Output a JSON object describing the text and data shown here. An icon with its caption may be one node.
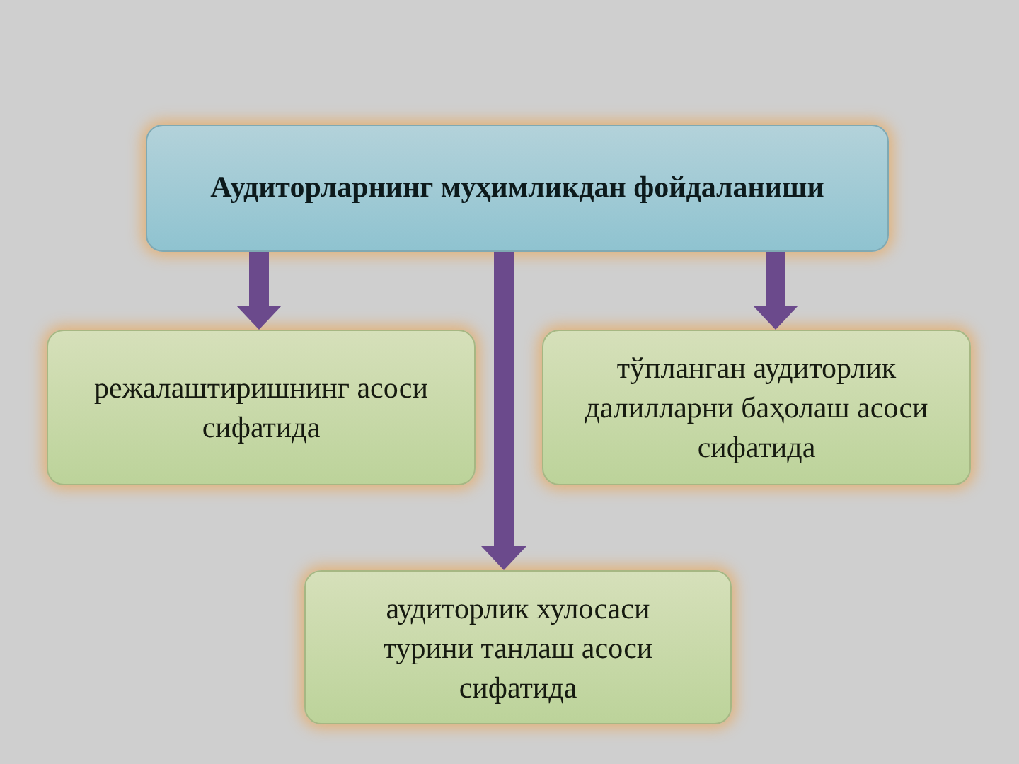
{
  "diagram": {
    "nodes": [
      {
        "text": [
          "Аудиторларнинг муҳимликдан фойдаланиши"
        ]
      },
      {
        "text": [
          "режалаштиришнинг асоси сифатида"
        ]
      },
      {
        "text": [
          "тўпланган аудиторлик далилларни баҳолаш асоси сифатида"
        ]
      },
      {
        "text": [
          "аудиторлик хулосаси турини танлаш асоси сифатида"
        ]
      }
    ],
    "edges": [
      {
        "from": 0,
        "to": 1,
        "arrow": "to"
      },
      {
        "from": 0,
        "to": 2,
        "arrow": "to"
      },
      {
        "from": 0,
        "to": 3,
        "arrow": "to"
      }
    ]
  }
}
